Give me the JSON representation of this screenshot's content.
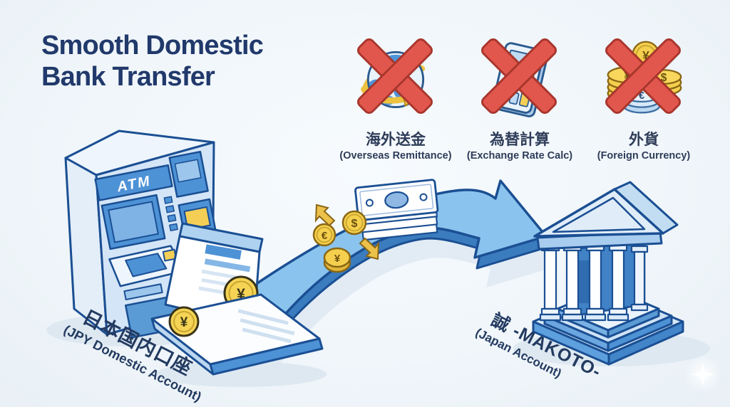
{
  "title": {
    "line1": "Smooth Domestic",
    "line2": "Bank Transfer"
  },
  "prohibited": {
    "items": [
      {
        "name": "overseas-remittance",
        "icon": "globe-with-orbit-arrow-icon",
        "label_jp": "海外送金",
        "label_en": "(Overseas Remittance)"
      },
      {
        "name": "exchange-rate-calc",
        "icon": "calculator-icon",
        "label_jp": "為替計算",
        "label_en": "(Exchange Rate Calc)"
      },
      {
        "name": "foreign-currency",
        "icon": "coin-stacks-icon",
        "label_jp": "外貨",
        "label_en": "(Foreign Currency)"
      }
    ]
  },
  "flow": {
    "atm_text": "ATM",
    "source": {
      "label_jp": "日本国内口座",
      "label_en": "(JPY Domestic Account)"
    },
    "destination": {
      "label_jp": "誠 -MAKOTO-",
      "label_en": "(Japan Account)"
    }
  },
  "symbols": {
    "yen": "¥",
    "dollar": "$",
    "euro": "€"
  },
  "colors": {
    "title_navy": "#21396b",
    "outline_navy": "#1b4f93",
    "arrow_light_blue": "#8ac4ee",
    "arrow_dark_blue": "#3b7cbe",
    "panel_blue": "#4e92d6",
    "coin_gold": "#f5d04e",
    "prohibit_red": "#e2574d",
    "background": "#f0f6fa"
  }
}
